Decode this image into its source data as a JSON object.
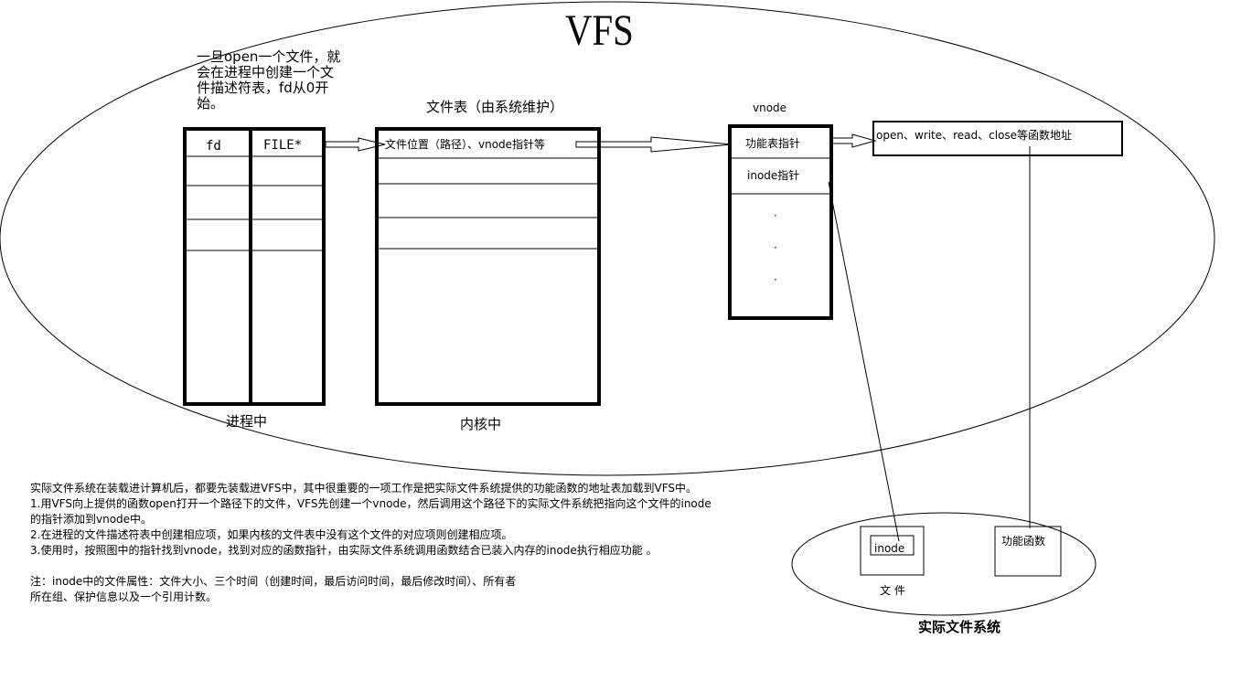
{
  "title": "VFS",
  "callout": {
    "lines": [
      "一旦open一个文件，就",
      "会在进程中创建一个文",
      "件描述符表，fd从0开",
      "始。"
    ]
  },
  "process_table": {
    "col1_header": "fd",
    "col2_header": "FILE*",
    "caption": "进程中"
  },
  "file_table": {
    "label": "文件表（由系统维护）",
    "row1": "文件位置（路径）、vnode指针等",
    "caption": "内核中"
  },
  "vnode": {
    "label": "vnode",
    "row1": "功能表指针",
    "row2": "inode指针",
    "dots": [
      "·",
      "·",
      "·"
    ]
  },
  "function_table": {
    "text": "open、write、read、close等函数地址"
  },
  "real_fs": {
    "file_inner": "inode",
    "file_label": "文 件",
    "func_label": "功能函数",
    "caption": "实际文件系统"
  },
  "notes": {
    "lines": [
      "实际文件系统在装载进计算机后，都要先装载进VFS中，其中很重要的一项工作是把实际文件系统提供的功能函数的地址表加载到VFS中。",
      "1.用VFS向上提供的函数open打开一个路径下的文件，VFS先创建一个vnode，然后调用这个路径下的实际文件系统把指向这个文件的inode",
      "的指针添加到vnode中。",
      "2.在进程的文件描述符表中创建相应项，如果内核的文件表中没有这个文件的对应项则创建相应项。",
      "3.使用时，按照图中的指针找到vnode，找到对应的函数指针，由实际文件系统调用函数结合已装入内存的inode执行相应功能 。"
    ],
    "footnote_lines": [
      "注：inode中的文件属性：文件大小、三个时间（创建时间，最后访问时间，最后修改时间）、所有者",
      "所在组、保护信息以及一个引用计数。"
    ]
  }
}
